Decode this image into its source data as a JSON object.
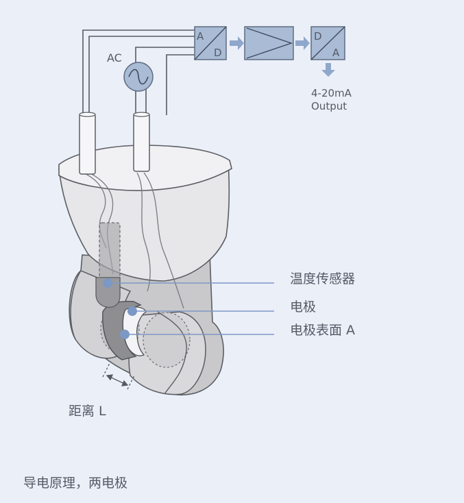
{
  "source": {
    "label": "AC"
  },
  "blocks": {
    "adc": {
      "top": "A",
      "bottom": "D"
    },
    "dac": {
      "top": "D",
      "bottom": "A"
    }
  },
  "output": {
    "line1": "4-20mA",
    "line2": "Output"
  },
  "callouts": {
    "temperature_sensor": "温度传感器",
    "electrode": "电极",
    "electrode_surface": "电极表面 A"
  },
  "distance_label": "距离 L",
  "caption": "导电原理，两电极",
  "colors": {
    "background": "#ebeff8",
    "block_fill": "#a9bbd5",
    "block_stroke": "#5e6b80",
    "arrow": "#8fa7cb",
    "callout_line": "#7d98c4",
    "callout_dot": "#7c98c4",
    "body_fill": "#cfcfd1",
    "body_light": "#e8e7ea",
    "text": "#555a66"
  }
}
